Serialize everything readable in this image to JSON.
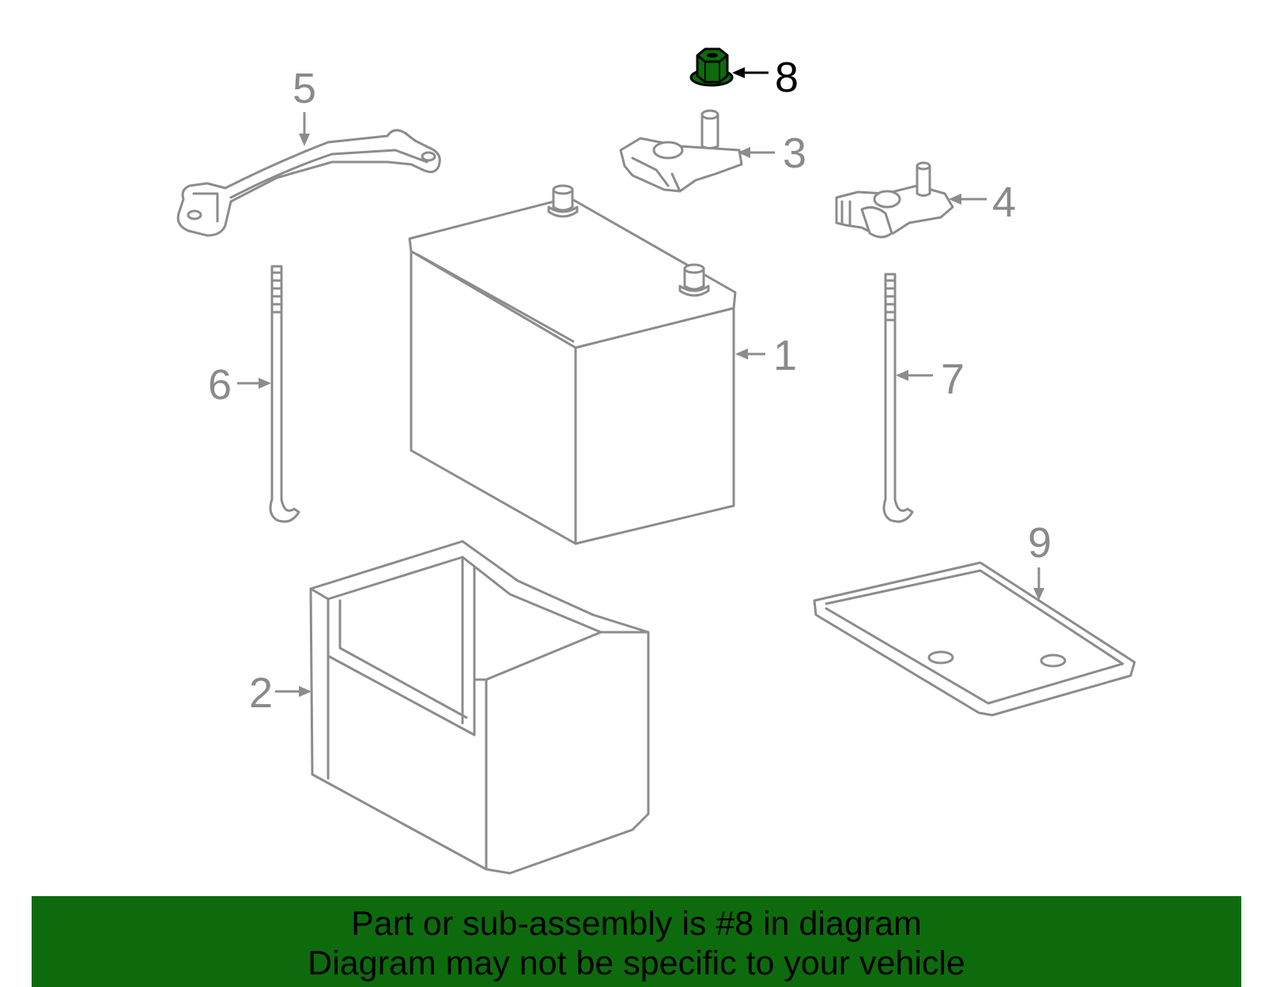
{
  "highlight_color": "#0d6b0d",
  "highlighted_part": "8",
  "callouts": {
    "c1": "1",
    "c2": "2",
    "c3": "3",
    "c4": "4",
    "c5": "5",
    "c6": "6",
    "c7": "7",
    "c8": "8",
    "c9": "9"
  },
  "banner": {
    "line1": "Part or sub-assembly is #8 in diagram",
    "line2": "Diagram may not be specific to your vehicle"
  }
}
